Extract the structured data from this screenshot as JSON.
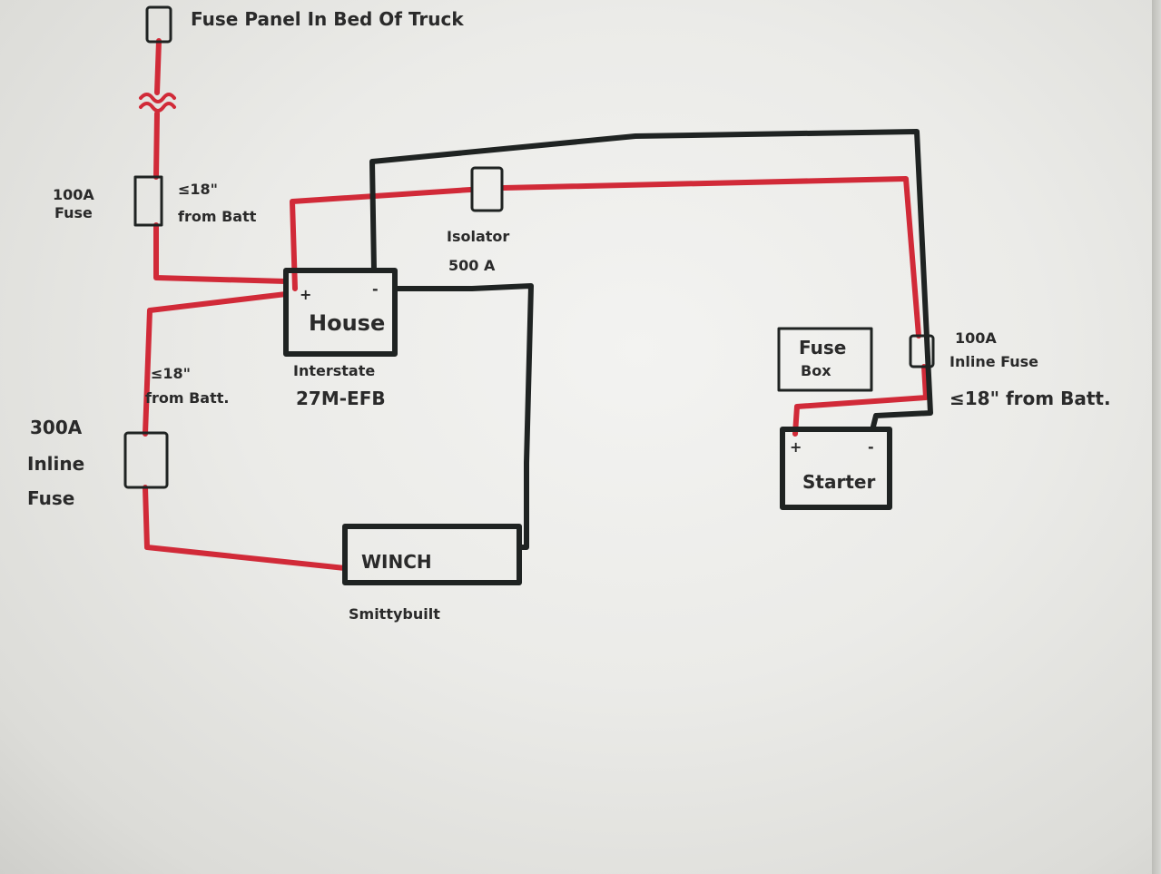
{
  "colors": {
    "positive_wire": "#d12a38",
    "negative_wire": "#1f2322",
    "ink": "#2a2a2a"
  },
  "labels": {
    "fuse_panel": "Fuse Panel In Bed Of Truck",
    "fuse_100a_rating": "100A",
    "fuse_100a_word": "Fuse",
    "fuse_100a_dist_1": "≤18\"",
    "fuse_100a_dist_2": "from Batt",
    "house_plus": "+",
    "house_minus": "-",
    "house": "House",
    "house_model_1": "Interstate",
    "house_model_2": "27M-EFB",
    "isolator": "Isolator",
    "isolator_rating": "500 A",
    "winch_fuse_dist_1": "≤18\"",
    "winch_fuse_dist_2": "from Batt.",
    "winch_fuse_rating": "300A",
    "winch_fuse_word_1": "Inline",
    "winch_fuse_word_2": "Fuse",
    "winch": "WINCH",
    "winch_brand": "Smittybuilt",
    "fuse_box_1": "Fuse",
    "fuse_box_2": "Box",
    "starter_fuse_1": "100A",
    "starter_fuse_2": "Inline Fuse",
    "starter_fuse_dist": "≤18\" from Batt.",
    "starter_plus": "+",
    "starter_minus": "-",
    "starter": "Starter"
  }
}
